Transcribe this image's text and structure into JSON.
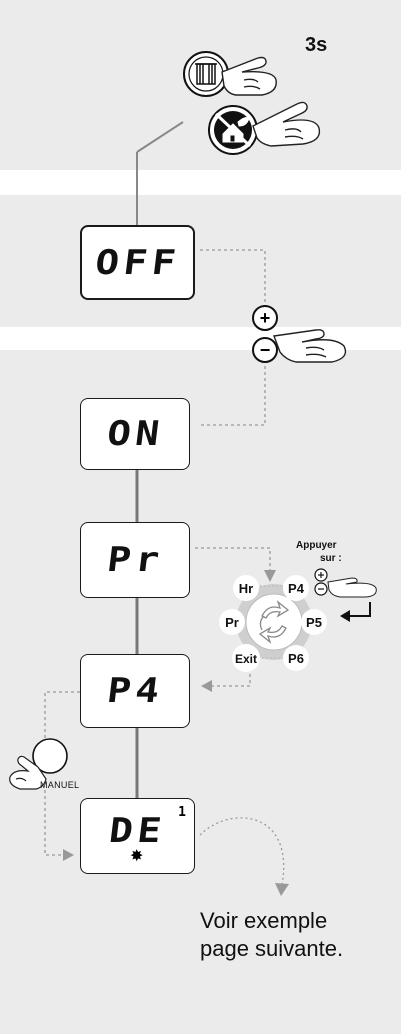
{
  "step1": {
    "press_duration": "3s",
    "icons": [
      "shutter-icon",
      "eco-house-icon"
    ]
  },
  "screens": {
    "off": "OFF",
    "on": "ON",
    "pr": "Pr",
    "p4": "P4",
    "de": "DE",
    "de_superscript": "1"
  },
  "plus_minus": {
    "plus": "+",
    "minus": "−"
  },
  "instruction": {
    "line1": "Appuyer",
    "line2": "sur :"
  },
  "menu_cycle": [
    "Hr",
    "P4",
    "P5",
    "P6",
    "Exit",
    "Pr"
  ],
  "manuel_label": "MANUEL",
  "footer": {
    "line1": "Voir exemple",
    "line2": "page suivante."
  }
}
